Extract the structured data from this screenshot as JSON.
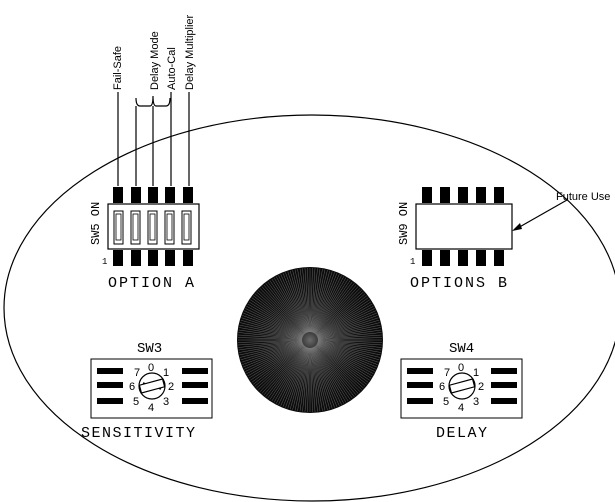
{
  "top_labels": {
    "fail_safe": "Fail-Safe",
    "delay_mode": "Delay Mode",
    "auto_cal": "Auto-Cal",
    "delay_multiplier": "Delay Multiplier"
  },
  "future_use": "Future Use",
  "sw5": {
    "label": "SW5 ON",
    "pin1": "1",
    "caption": "OPTION A"
  },
  "sw9": {
    "label": "SW9 ON",
    "pin1": "1",
    "caption": "OPTIONS B"
  },
  "sw3": {
    "title": "SW3",
    "caption": "SENSITIVITY",
    "digits": [
      "0",
      "1",
      "2",
      "3",
      "4",
      "5",
      "6",
      "7"
    ]
  },
  "sw4": {
    "title": "SW4",
    "caption": "DELAY",
    "digits": [
      "0",
      "1",
      "2",
      "3",
      "4",
      "5",
      "6",
      "7"
    ]
  }
}
